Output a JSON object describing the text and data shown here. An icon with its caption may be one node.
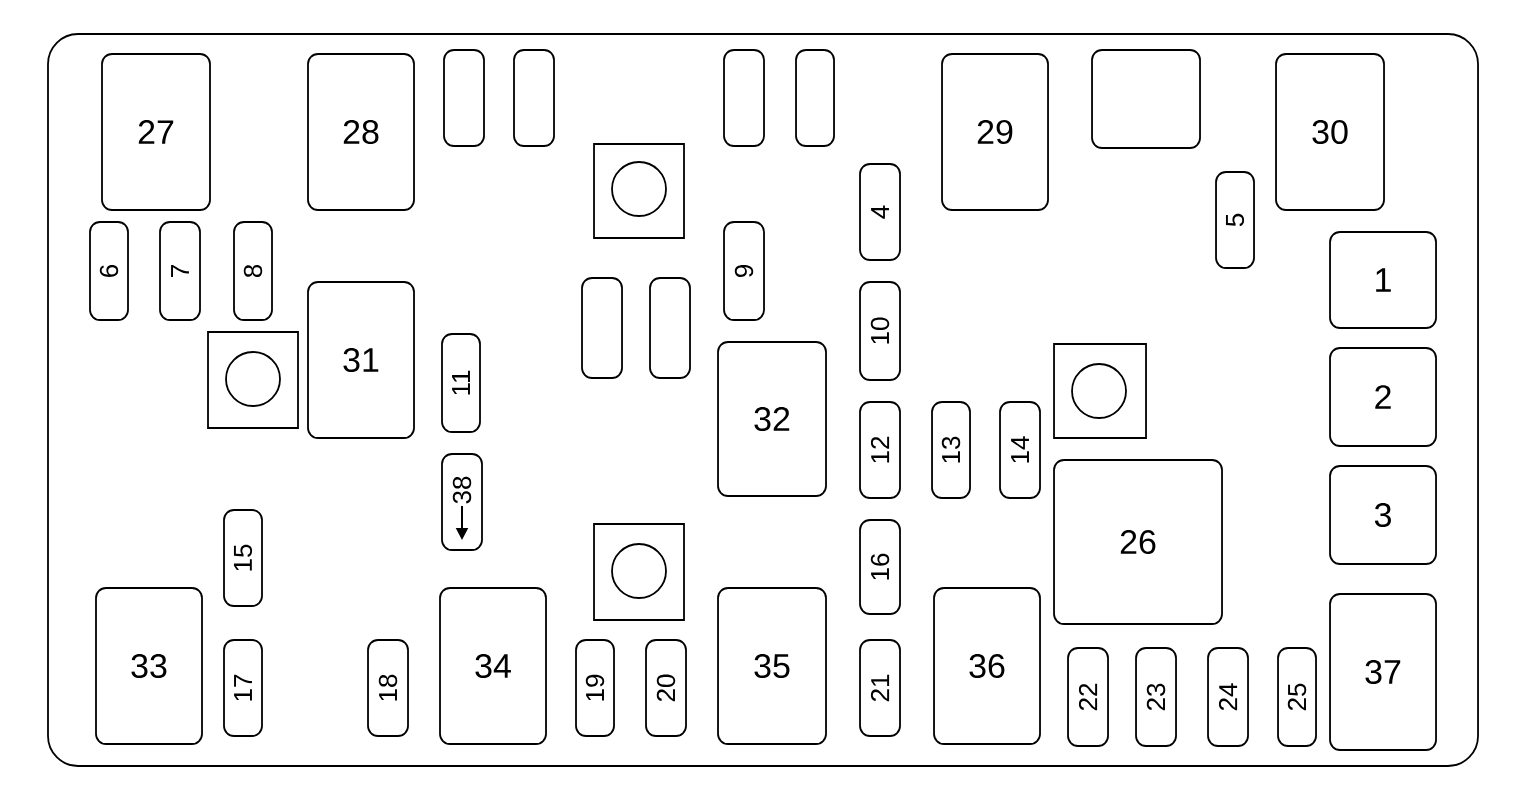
{
  "diagram": {
    "nodes": [
      {
        "text": [],
        "shape": "box"
      },
      {
        "text": [
          "27"
        ],
        "in": 0
      },
      {
        "text": [
          "28"
        ],
        "in": 0
      },
      {
        "text": [],
        "shape": "box",
        "in": 0
      },
      {
        "text": [],
        "shape": "box",
        "in": 0
      },
      {
        "text": [],
        "shape": "box",
        "in": 0
      },
      {
        "text": [],
        "shape": "box",
        "in": 0
      },
      {
        "text": [
          "29"
        ],
        "in": 0
      },
      {
        "text": [],
        "shape": "box",
        "in": 0
      },
      {
        "text": [
          "30"
        ],
        "in": 0
      },
      {
        "text": [],
        "shape": "box",
        "in": 0
      },
      {
        "text": [],
        "shape": "circle",
        "in": 10
      },
      {
        "text": [
          "4"
        ],
        "in": 0
      },
      {
        "text": [
          "5"
        ],
        "in": 0
      },
      {
        "text": [
          "6"
        ],
        "in": 0
      },
      {
        "text": [
          "7"
        ],
        "in": 0
      },
      {
        "text": [
          "8"
        ],
        "in": 0
      },
      {
        "text": [
          "9"
        ],
        "in": 0
      },
      {
        "text": [
          "1"
        ],
        "in": 0
      },
      {
        "text": [
          "31"
        ],
        "in": 0
      },
      {
        "text": [],
        "shape": "box",
        "in": 0
      },
      {
        "text": [],
        "shape": "circle",
        "in": 20
      },
      {
        "text": [],
        "shape": "box",
        "in": 0
      },
      {
        "text": [],
        "shape": "box",
        "in": 0
      },
      {
        "text": [
          "11"
        ],
        "in": 0
      },
      {
        "text": [
          "10"
        ],
        "in": 0
      },
      {
        "text": [
          "32"
        ],
        "in": 0
      },
      {
        "text": [],
        "shape": "box",
        "in": 0
      },
      {
        "text": [],
        "shape": "circle",
        "in": 27
      },
      {
        "text": [
          "2"
        ],
        "in": 0
      },
      {
        "text": [
          "12"
        ],
        "in": 0
      },
      {
        "text": [
          "13"
        ],
        "in": 0
      },
      {
        "text": [
          "14"
        ],
        "in": 0
      },
      {
        "text": [
          "38"
        ],
        "in": 0
      },
      {
        "text": [
          "26"
        ],
        "in": 0
      },
      {
        "text": [
          "3"
        ],
        "in": 0
      },
      {
        "text": [
          "15"
        ],
        "in": 0
      },
      {
        "text": [
          "16"
        ],
        "in": 0
      },
      {
        "text": [],
        "shape": "box",
        "in": 0
      },
      {
        "text": [],
        "shape": "circle",
        "in": 38
      },
      {
        "text": [
          "33"
        ],
        "in": 0
      },
      {
        "text": [
          "17"
        ],
        "in": 0
      },
      {
        "text": [
          "18"
        ],
        "in": 0
      },
      {
        "text": [
          "34"
        ],
        "in": 0
      },
      {
        "text": [
          "19"
        ],
        "in": 0
      },
      {
        "text": [
          "20"
        ],
        "in": 0
      },
      {
        "text": [
          "35"
        ],
        "in": 0
      },
      {
        "text": [
          "21"
        ],
        "in": 0
      },
      {
        "text": [
          "36"
        ],
        "in": 0
      },
      {
        "text": [
          "22"
        ],
        "in": 0
      },
      {
        "text": [
          "23"
        ],
        "in": 0
      },
      {
        "text": [
          "24"
        ],
        "in": 0
      },
      {
        "text": [
          "25"
        ],
        "in": 0
      },
      {
        "text": [
          "37"
        ],
        "in": 0
      }
    ]
  }
}
